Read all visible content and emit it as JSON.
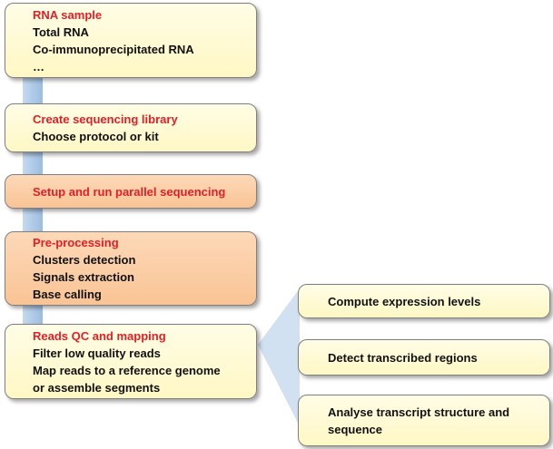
{
  "left_steps": [
    {
      "title": "RNA sample",
      "lines": [
        "Total RNA",
        "Co-immunoprecipitated RNA",
        "…"
      ]
    },
    {
      "title": "Create sequencing library",
      "lines": [
        "Choose protocol or kit"
      ]
    },
    {
      "title": "Setup and run parallel sequencing",
      "lines": []
    },
    {
      "title": "Pre-processing",
      "lines": [
        "Clusters detection",
        "Signals extraction",
        "Base calling"
      ]
    },
    {
      "title": "Reads QC and mapping",
      "lines": [
        "Filter low quality reads",
        "Map reads to a reference genome",
        "or assemble segments"
      ]
    }
  ],
  "right_steps": [
    "Compute expression  levels",
    "Detect transcribed regions",
    "Analyse transcript structure  and sequence"
  ],
  "colors": {
    "title_red": "#e41e26",
    "yellow_box": "#fff7c4",
    "orange_box": "#f9c495",
    "connector_blue": "#a9c7e6"
  }
}
